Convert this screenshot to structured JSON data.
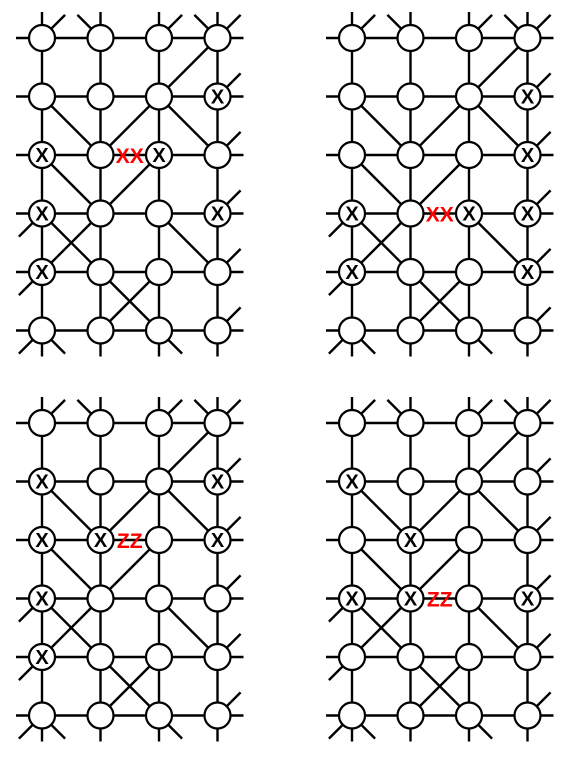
{
  "lattice": {
    "rows": 6,
    "cols": 4,
    "stubs": {
      "top-left": [
        [
          0,
          1
        ],
        [
          0,
          3
        ]
      ],
      "top-right": [
        [
          0,
          0
        ],
        [
          0,
          2
        ],
        [
          0,
          3
        ],
        [
          1,
          3
        ],
        [
          2,
          3
        ],
        [
          3,
          3
        ],
        [
          4,
          3
        ],
        [
          5,
          3
        ]
      ],
      "bottom-left": [
        [
          3,
          0
        ],
        [
          4,
          0
        ],
        [
          5,
          0
        ]
      ],
      "bottom-right": [
        [
          5,
          0
        ],
        [
          5,
          2
        ]
      ]
    },
    "diagonals": {
      "top-left-to-bottom-right": [
        [
          1,
          0
        ],
        [
          1,
          2
        ],
        [
          2,
          0
        ],
        [
          3,
          0
        ],
        [
          3,
          2
        ],
        [
          4,
          1
        ]
      ],
      "top-right-to-bottom-left": [
        [
          0,
          3
        ],
        [
          1,
          2
        ],
        [
          2,
          2
        ],
        [
          3,
          1
        ],
        [
          4,
          2
        ]
      ]
    },
    "panel_layout": [
      "top-left",
      "top-right",
      "bottom-left",
      "bottom-right"
    ]
  },
  "panels": [
    {
      "id": "top-left",
      "marked_nodes": [
        [
          1,
          3
        ],
        [
          2,
          0
        ],
        [
          2,
          2
        ],
        [
          3,
          0
        ],
        [
          3,
          3
        ],
        [
          4,
          0
        ]
      ],
      "node_label": "X",
      "operator": {
        "text": "XX",
        "between": [
          [
            2,
            1
          ],
          [
            2,
            2
          ]
        ]
      }
    },
    {
      "id": "top-right",
      "marked_nodes": [
        [
          1,
          3
        ],
        [
          2,
          3
        ],
        [
          3,
          0
        ],
        [
          3,
          2
        ],
        [
          3,
          3
        ],
        [
          4,
          0
        ],
        [
          4,
          3
        ]
      ],
      "node_label": "X",
      "operator": {
        "text": "XX",
        "between": [
          [
            3,
            1
          ],
          [
            3,
            2
          ]
        ]
      }
    },
    {
      "id": "bottom-left",
      "marked_nodes": [
        [
          1,
          0
        ],
        [
          1,
          3
        ],
        [
          2,
          0
        ],
        [
          2,
          1
        ],
        [
          2,
          3
        ],
        [
          3,
          0
        ],
        [
          4,
          0
        ]
      ],
      "node_label": "X",
      "operator": {
        "text": "ZZ",
        "between": [
          [
            2,
            1
          ],
          [
            2,
            2
          ]
        ]
      }
    },
    {
      "id": "bottom-right",
      "marked_nodes": [
        [
          1,
          0
        ],
        [
          2,
          1
        ],
        [
          3,
          0
        ],
        [
          3,
          1
        ],
        [
          3,
          3
        ]
      ],
      "node_label": "X",
      "operator": {
        "text": "ZZ",
        "between": [
          [
            3,
            1
          ],
          [
            3,
            2
          ]
        ]
      }
    }
  ]
}
